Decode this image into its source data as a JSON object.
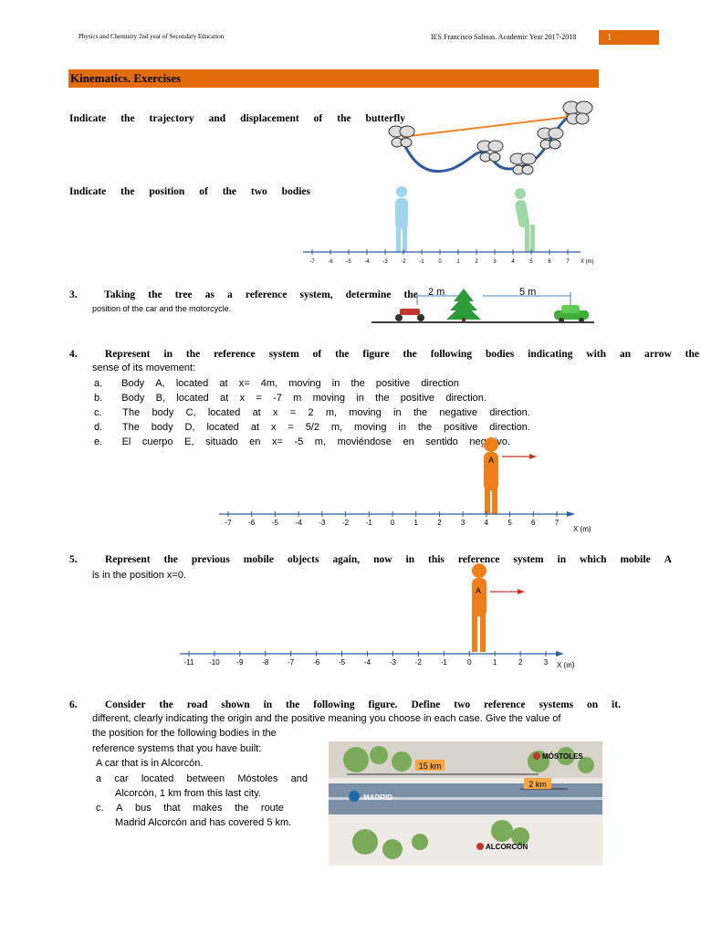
{
  "header": {
    "left": "Physics and Chemistry 2nd year of Secondary Education",
    "right": "IES Francisco Salinas. Academic Year 2017-2018",
    "page": "1"
  },
  "section_title": "Kinematics. Exercises",
  "q1": {
    "words": [
      "Indicate",
      "the",
      "trajectory",
      "and",
      "displacement",
      "of",
      "the",
      "butterfly"
    ]
  },
  "q2": {
    "words": [
      "Indicate",
      "the",
      "position",
      "of",
      "the",
      "two",
      "bodies"
    ]
  },
  "q3": {
    "num": "3.",
    "words": [
      "Taking",
      "the",
      "tree",
      "as",
      "a",
      "reference",
      "system,",
      "determine",
      "the"
    ],
    "line2": "position of the car and the motorcycle.",
    "dist1": "2 m",
    "dist2": "5 m"
  },
  "q4": {
    "num": "4.",
    "words": [
      "Represent",
      "in",
      "the",
      "reference",
      "system",
      "of",
      "the",
      "figure",
      "the",
      "following",
      "bodies",
      "indicating",
      "with",
      "an",
      "arrow",
      "the"
    ],
    "line2": "sense of its movement:",
    "items": [
      {
        "letter": "a.",
        "words": [
          "Body",
          "A,",
          "located",
          "at",
          "x=",
          "4m,",
          "moving",
          "in",
          "the",
          "positive",
          "direction"
        ]
      },
      {
        "letter": "b.",
        "words": [
          "Body",
          "B,",
          "located",
          "at",
          "x",
          "=",
          "-7",
          "m",
          "moving",
          "in",
          "the",
          "positive",
          "direction."
        ]
      },
      {
        "letter": "c.",
        "words": [
          "The",
          "body",
          "C,",
          "located",
          "at",
          "x",
          "=",
          "2",
          "m,",
          "moving",
          "in",
          "the",
          "negative",
          "direction."
        ]
      },
      {
        "letter": "d.",
        "words": [
          "The",
          "body",
          "D,",
          "located",
          "at",
          "x",
          "=",
          "5/2",
          "m,",
          "moving",
          "in",
          "the",
          "positive",
          "direction."
        ]
      },
      {
        "letter": "e.",
        "words": [
          "El",
          "cuerpo",
          "E,",
          "situado",
          "en",
          "x=",
          "-5",
          "m,",
          "moviéndose",
          "en",
          "sentido",
          "negativo."
        ]
      }
    ],
    "body_label": "A",
    "axis_label": "X (m)"
  },
  "q5": {
    "num": "5.",
    "words": [
      "Represent",
      "the",
      "previous",
      "mobile",
      "objects",
      "again,",
      "now",
      "in",
      "this",
      "reference",
      "system",
      "in",
      "which",
      "mobile",
      "A"
    ],
    "line2": "is in the position x=0.",
    "body_label": "A",
    "axis_label": "X (m)"
  },
  "q6": {
    "num": "6.",
    "words": [
      "Consider",
      "the",
      "road",
      "shown",
      "in",
      "the",
      "following",
      "figure.",
      "Define",
      "two",
      "reference",
      "systems",
      "on",
      "it."
    ],
    "line2": "different, clearly indicating the origin and the positive meaning you choose in each case. Give the value of",
    "line3": "the position for the following bodies in the",
    "line4": "reference systems that you have built:",
    "item_a": "A car that is in Alcorcón.",
    "item_b_letter": "a",
    "item_b_l1_words": [
      "car",
      "located",
      "between",
      "Móstoles",
      "and"
    ],
    "item_b_l2": "Alcorcón, 1 km from this last city.",
    "item_c_letter": "c.",
    "item_c_l1_words": [
      "A",
      "bus",
      "that",
      "makes",
      "the",
      "route"
    ],
    "item_c_l2": "Madrid Alcorcón and has covered 5 km.",
    "map": {
      "dist1": "15 km",
      "dist2": "2 km",
      "city1": "MADRID",
      "city2": "MÓSTOLES",
      "city3": "ALCORCÓN"
    }
  },
  "axis_small": {
    "ticks": [
      "-7",
      "-6",
      "-5",
      "-4",
      "-3",
      "-2",
      "-1",
      "0",
      "1",
      "2",
      "3",
      "4",
      "5",
      "6",
      "7"
    ],
    "label": "X (m)"
  },
  "axis_q4": {
    "ticks": [
      "-7",
      "-6",
      "-5",
      "-4",
      "-3",
      "-2",
      "-1",
      "0",
      "1",
      "2",
      "3",
      "4",
      "5",
      "6",
      "7"
    ]
  },
  "axis_q5": {
    "ticks": [
      "-11",
      "-10",
      "-9",
      "-8",
      "-7",
      "-6",
      "-5",
      "-4",
      "-3",
      "-2",
      "-1",
      "0",
      "1",
      "2",
      "3"
    ]
  },
  "colors": {
    "accent": "#e36c0a",
    "figure": "#f07f1a",
    "trajectory": "#2e5c9e",
    "displacement": "#f0842c"
  }
}
